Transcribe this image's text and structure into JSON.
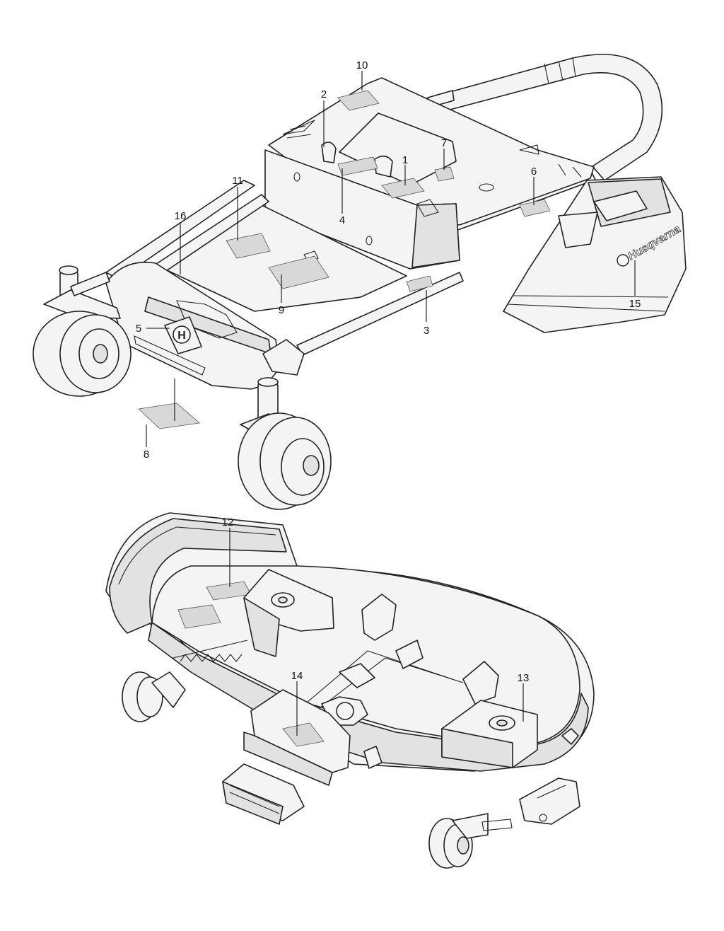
{
  "brand_text": "Husqvarna",
  "logo_letter": "H",
  "callouts": [
    {
      "id": "c1",
      "label": "1"
    },
    {
      "id": "c2",
      "label": "2"
    },
    {
      "id": "c3",
      "label": "3"
    },
    {
      "id": "c4",
      "label": "4"
    },
    {
      "id": "c5",
      "label": "5"
    },
    {
      "id": "c6",
      "label": "6"
    },
    {
      "id": "c7",
      "label": "7"
    },
    {
      "id": "c8",
      "label": "8"
    },
    {
      "id": "c9",
      "label": "9"
    },
    {
      "id": "c10",
      "label": "10"
    },
    {
      "id": "c11",
      "label": "11"
    },
    {
      "id": "c12",
      "label": "12"
    },
    {
      "id": "c13",
      "label": "13"
    },
    {
      "id": "c14",
      "label": "14"
    },
    {
      "id": "c15",
      "label": "15"
    },
    {
      "id": "c16",
      "label": "16"
    }
  ]
}
